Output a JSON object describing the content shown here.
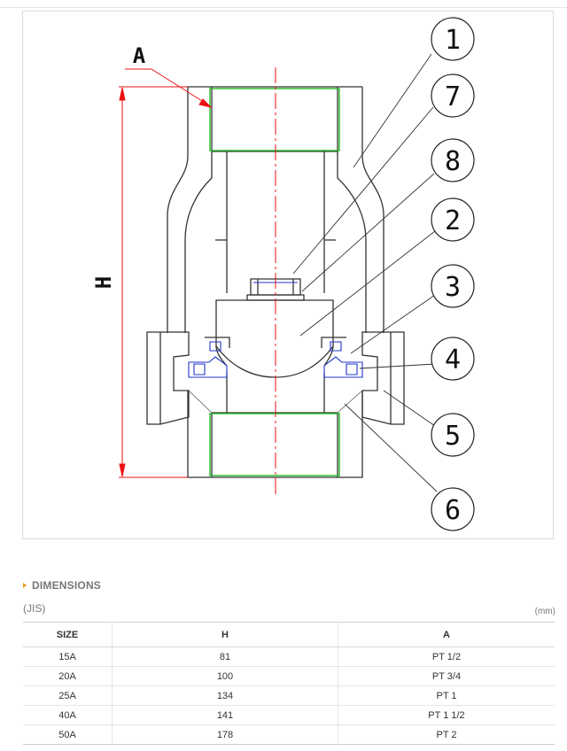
{
  "diagram": {
    "callouts": [
      "1",
      "7",
      "8",
      "2",
      "3",
      "4",
      "5",
      "6"
    ],
    "dim_letter_a": "A",
    "dim_letter_h": "H",
    "colors": {
      "thread": "#22bb22",
      "seal": "#2233cc",
      "centerline": "#ee1111",
      "leader": "#ee1111"
    }
  },
  "section": {
    "title": "DIMENSIONS",
    "standard": "(JIS)",
    "unit": "(mm)",
    "bullet_color": "#f0961e"
  },
  "table": {
    "headers": [
      "SIZE",
      "H",
      "A"
    ],
    "rows": [
      [
        "15A",
        "81",
        "PT 1/2"
      ],
      [
        "20A",
        "100",
        "PT 3/4"
      ],
      [
        "25A",
        "134",
        "PT 1"
      ],
      [
        "40A",
        "141",
        "PT 1 1/2"
      ],
      [
        "50A",
        "178",
        "PT 2"
      ]
    ]
  }
}
